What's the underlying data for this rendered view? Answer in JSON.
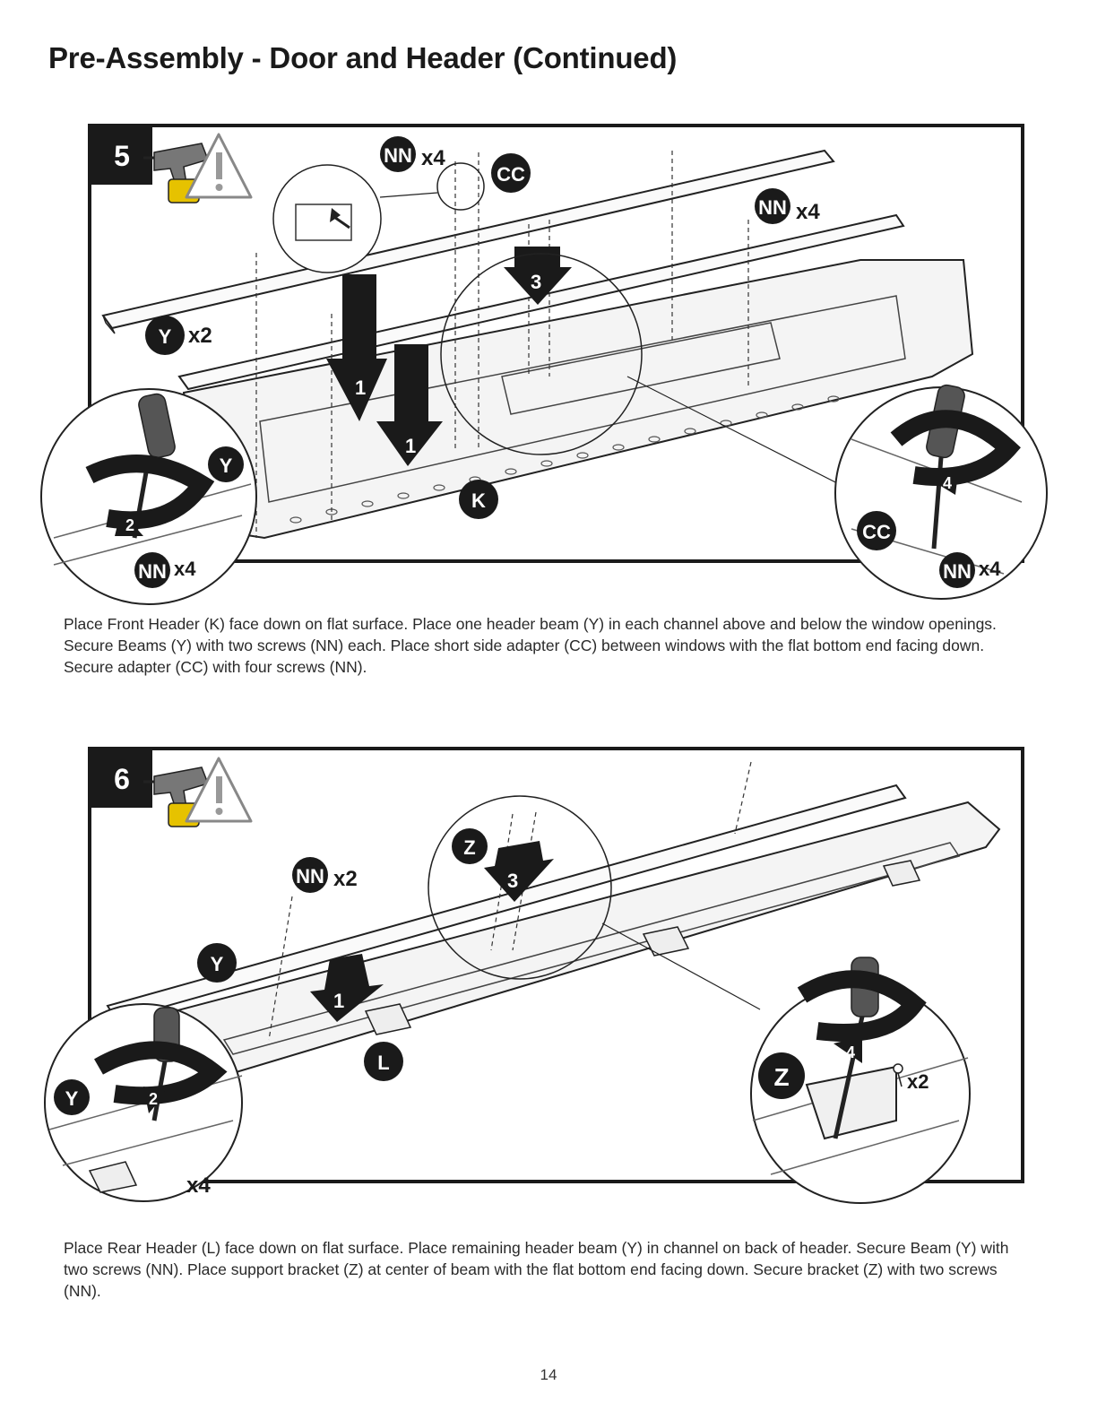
{
  "header": {
    "title": "Pre-Assembly - Door and Header (Continued)"
  },
  "step5": {
    "number": "5",
    "tools": [
      "drill-icon",
      "warning-icon"
    ],
    "callouts": {
      "nn_top": "NN",
      "nn_top_qty": "x4",
      "cc_top": "CC",
      "nn_right": "NN",
      "nn_right_qty": "x4",
      "y_left": "Y",
      "y_left_qty": "x2",
      "arrow1a": "1",
      "arrow1b": "1",
      "arrow3": "3",
      "k": "K",
      "y_zoom": "Y",
      "arrow2": "2",
      "nn_zoom_left": "NN",
      "nn_zoom_left_qty": "x4",
      "arrow4": "4",
      "cc_zoom": "CC",
      "nn_zoom_right": "NN",
      "nn_zoom_right_qty": "x4"
    },
    "instruction": "Place Front Header (K) face down on flat surface. Place one header beam (Y) in each channel above and below the window openings. Secure Beams (Y) with two screws (NN) each. Place short side adapter (CC) between windows with the flat bottom end facing down. Secure adapter (CC) with four screws (NN)."
  },
  "step6": {
    "number": "6",
    "tools": [
      "drill-icon",
      "warning-icon"
    ],
    "callouts": {
      "nn": "NN",
      "nn_qty": "x2",
      "z_top": "Z",
      "arrow3": "3",
      "y": "Y",
      "arrow1": "1",
      "l": "L",
      "y_zoom": "Y",
      "arrow2": "2",
      "zoom_left_qty": "x4",
      "z_zoom": "Z",
      "arrow4": "4",
      "zoom_right_qty": "x2"
    },
    "instruction": "Place Rear Header (L) face down on flat surface. Place remaining header beam (Y) in channel on back of header. Secure Beam (Y) with two screws (NN). Place support bracket (Z) at center of beam with the flat bottom end facing down. Secure bracket (Z) with two screws (NN)."
  },
  "footer": {
    "page_number": "14"
  }
}
